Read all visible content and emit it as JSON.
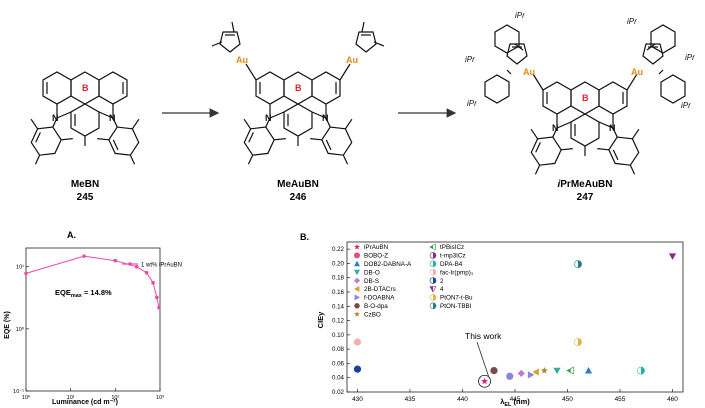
{
  "scheme": {
    "compounds": [
      {
        "name": "MeBN",
        "number": "245"
      },
      {
        "name": "MeAuBN",
        "number": "246"
      },
      {
        "name_italic": "i",
        "name": "PrMeAuBN",
        "number": "247"
      }
    ],
    "atoms": {
      "boron": "B",
      "nitrogen": "N",
      "gold": "Au",
      "ipr": "iPr"
    }
  },
  "panel_a": {
    "label": "A.",
    "legend": "1 wt% iPrAuBN",
    "annotation_main": "EQE",
    "annotation_sub": "max",
    "annotation_value": " = 14.8%",
    "color": "#e94ca6",
    "chart_data": {
      "type": "line",
      "xlabel": "Luminance (cd m⁻²)",
      "ylabel": "EQE (%)",
      "x_scale": "log",
      "y_scale": "log",
      "xlim": [
        1,
        1000
      ],
      "ylim": [
        0.1,
        20
      ],
      "x_ticks": [
        "10⁰",
        "10¹",
        "10²",
        "10³"
      ],
      "y_ticks": [
        "10⁻¹",
        "10⁰",
        "10¹"
      ],
      "series": [
        {
          "name": "1 wt% iPrAuBN",
          "x": [
            1,
            20,
            100,
            300,
            500,
            700,
            850,
            950
          ],
          "y": [
            7.8,
            14.8,
            12.5,
            10,
            8,
            5.5,
            3.2,
            2.2
          ]
        }
      ]
    }
  },
  "panel_b": {
    "label": "B.",
    "this_work": "This work",
    "chart_data": {
      "type": "scatter",
      "xlabel": "λEL (nm)",
      "xlabel_main": "λ",
      "xlabel_sub": "EL",
      "xlabel_unit": " (nm)",
      "ylabel": "CIEy",
      "xlim": [
        429,
        461
      ],
      "ylim": [
        0.02,
        0.23
      ],
      "x_ticks": [
        430,
        435,
        440,
        445,
        450,
        455,
        460
      ],
      "y_ticks": [
        "0.02",
        "0.04",
        "0.06",
        "0.08",
        "0.10",
        "0.12",
        "0.14",
        "0.16",
        "0.18",
        "0.20",
        "0.22"
      ],
      "legend": [
        {
          "name": "iPrAuBN",
          "color": "#e8216f",
          "marker": "star"
        },
        {
          "name": "BOBO-Z",
          "color": "#e0507a",
          "marker": "circle"
        },
        {
          "name": "DOB2-DABNA-A",
          "color": "#2b7cc8",
          "marker": "triangle-up"
        },
        {
          "name": "DB-O",
          "color": "#2cb1a0",
          "marker": "triangle-down"
        },
        {
          "name": "DB-S",
          "color": "#c078d0",
          "marker": "diamond"
        },
        {
          "name": "2B-DTACrs",
          "color": "#d9a033",
          "marker": "triangle-left"
        },
        {
          "name": "f-DOABNA",
          "color": "#8a86d8",
          "marker": "triangle-right"
        },
        {
          "name": "B-O-dpa",
          "color": "#7a4a4a",
          "marker": "hexagon"
        },
        {
          "name": "CzBO",
          "color": "#a78b2e",
          "marker": "star"
        },
        {
          "name": "tPBisICz",
          "color": "#2f9c3c",
          "marker": "half-triangle"
        },
        {
          "name": "t-mp3ICz",
          "color": "#8a2a8a",
          "marker": "half-circle"
        },
        {
          "name": "DPA-B4",
          "color": "#27b0a8",
          "marker": "half-circle"
        },
        {
          "name": "fac-Ir(pmp)₃",
          "color": "#f0b0b0",
          "marker": "half-circle"
        },
        {
          "name": "2",
          "color": "#1f3f9a",
          "marker": "half-circle"
        },
        {
          "name": "4",
          "color": "#8a2a8a",
          "marker": "half-triangle-down"
        },
        {
          "name": "PtON7-t-Bu",
          "color": "#e8b040",
          "marker": "half-circle"
        },
        {
          "name": "PtON-TBBI",
          "color": "#1f7a8a",
          "marker": "half-circle"
        }
      ],
      "points": [
        {
          "x": 442.1,
          "y": 0.035,
          "color": "#e8216f",
          "marker": "star"
        },
        {
          "x": 443.0,
          "y": 0.05,
          "color": "#7a4a4a",
          "marker": "circle"
        },
        {
          "x": 444.5,
          "y": 0.042,
          "color": "#8a86d8",
          "marker": "circle"
        },
        {
          "x": 445.6,
          "y": 0.046,
          "color": "#c078d0",
          "marker": "diamond"
        },
        {
          "x": 446.5,
          "y": 0.044,
          "color": "#8a86d8",
          "marker": "triangle-right"
        },
        {
          "x": 447.0,
          "y": 0.048,
          "color": "#d9a033",
          "marker": "triangle-left"
        },
        {
          "x": 447.8,
          "y": 0.05,
          "color": "#a78b2e",
          "marker": "star"
        },
        {
          "x": 449.0,
          "y": 0.05,
          "color": "#2cb1a0",
          "marker": "triangle-down"
        },
        {
          "x": 450.3,
          "y": 0.05,
          "color": "#2f9c3c",
          "marker": "half-triangle"
        },
        {
          "x": 452.0,
          "y": 0.05,
          "color": "#2b7cc8",
          "marker": "triangle-up"
        },
        {
          "x": 457.0,
          "y": 0.05,
          "color": "#27b0a8",
          "marker": "half-circle"
        },
        {
          "x": 430.0,
          "y": 0.09,
          "color": "#f0b0b0",
          "marker": "circle"
        },
        {
          "x": 430.0,
          "y": 0.052,
          "color": "#1f3f9a",
          "marker": "circle"
        },
        {
          "x": 451.0,
          "y": 0.09,
          "color": "#e8b040",
          "marker": "half-circle"
        },
        {
          "x": 451.0,
          "y": 0.199,
          "color": "#1f7a8a",
          "marker": "half-circle"
        },
        {
          "x": 460.0,
          "y": 0.21,
          "color": "#8a2a8a",
          "marker": "triangle-down"
        }
      ]
    }
  }
}
